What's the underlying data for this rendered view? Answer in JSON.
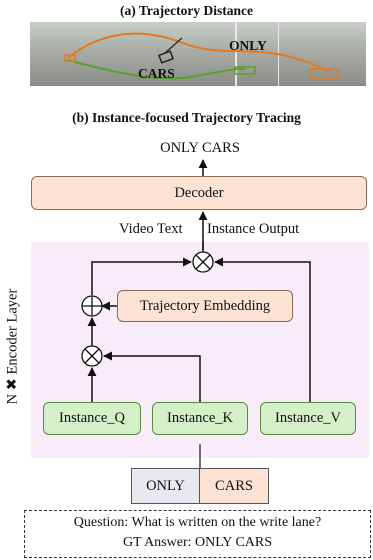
{
  "section_a": {
    "title": "(a) Trajectory Distance",
    "label_cars": "CARS",
    "label_only": "ONLY"
  },
  "section_b": {
    "title": "(b) Instance-focused Trajectory Tracing",
    "output_text": "ONLY CARS",
    "decoder_label": "Decoder",
    "video_text_label": "Video Text",
    "instance_output_label": "Instance Output",
    "encoder_layer_label": "N ✖ Encoder Layer",
    "trajectory_embedding_label": "Trajectory Embedding",
    "instance_q_label": "Instance_Q",
    "instance_k_label": "Instance_K",
    "instance_v_label": "Instance_V",
    "token_only": "ONLY",
    "token_cars": "CARS",
    "question_text": "Question: What is written on the write lane?",
    "answer_text": "GT Answer: ONLY CARS"
  },
  "colors": {
    "encoder_background": "#f8ecf8",
    "decoder_fill": "#fbe2d2",
    "instance_fill": "#d5efc9",
    "token_only_fill": "#e8e9ee",
    "token_cars_fill": "#fbe2d2",
    "trajectory_orange": "#e07a22",
    "trajectory_green": "#5aa02c"
  }
}
